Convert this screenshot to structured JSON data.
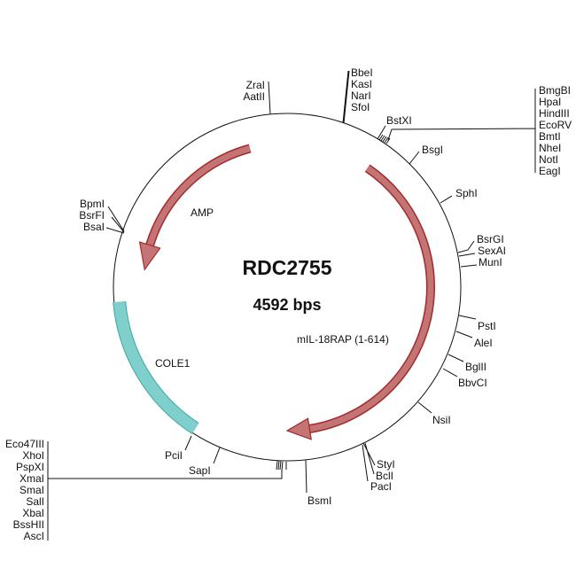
{
  "plasmid": {
    "name": "RDC2755",
    "size": "4592 bps"
  },
  "features": {
    "amp": {
      "label": "AMP",
      "color": "#c47474",
      "outline": "#a32a2a"
    },
    "insert": {
      "label": "mIL-18RAP (1-614)",
      "color": "#c47474",
      "outline": "#a32a2a"
    },
    "cole1": {
      "label": "COLE1",
      "color": "#7fcfcc",
      "outline": "#3aa8a4"
    }
  },
  "sites": {
    "top_left": [
      "ZraI",
      "AatII"
    ],
    "top": [
      "BbeI",
      "KasI",
      "NarI",
      "SfoI"
    ],
    "bstxi": "BstXI",
    "mcs_top": [
      "BmgBI",
      "HpaI",
      "HindIII",
      "EcoRV",
      "BmtI",
      "NheI",
      "NotI",
      "EagI"
    ],
    "bsgi": "BsgI",
    "sphi": "SphI",
    "right_group": [
      "BsrGI",
      "SexAI",
      "MunI"
    ],
    "psti": "PstI",
    "alei": "AleI",
    "bglii": "BglII",
    "bbvci": "BbvCI",
    "nsii": "NsiI",
    "bottom_right": [
      "StyI",
      "BclI",
      "PacI"
    ],
    "bsmi": "BsmI",
    "sapi": "SapI",
    "pcii": "PciI",
    "mcs_bottom": [
      "Eco47III",
      "XhoI",
      "PspXI",
      "XmaI",
      "SmaI",
      "SalI",
      "XbaI",
      "BssHII",
      "AscI"
    ],
    "left_group": [
      "BpmI",
      "BsrFI",
      "BsaI"
    ]
  }
}
